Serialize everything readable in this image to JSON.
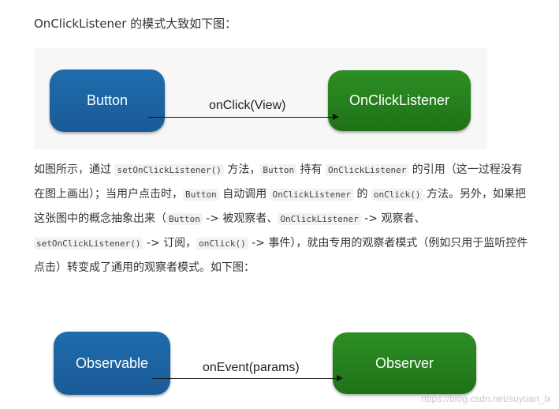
{
  "intro": "OnClickListener 的模式大致如下图：",
  "diagram1": {
    "left_box": "Button",
    "right_box": "OnClickListener",
    "arrow_label": "onClick(View)"
  },
  "paragraph": {
    "t1": "如图所示，通过 ",
    "c1": "setOnClickListener()",
    "t2": " 方法，",
    "c2": "Button",
    "t3": " 持有 ",
    "c3": "OnClickListener",
    "t4": " 的引用（这一过程没有在图上画出）；当用户点击时，",
    "c4": "Button",
    "t5": " 自动调用 ",
    "c5": "OnClickListener",
    "t6": " 的 ",
    "c6": "onClick()",
    "t7": " 方法。另外，如果把这张图中的概念抽象出来（",
    "c7": "Button",
    "t8": " -> 被观察者、",
    "c8": "OnClickListener",
    "t9": " -> 观察者、",
    "c9": "setOnClickListener()",
    "t10": " -> 订阅，",
    "c10": "onClick()",
    "t11": " -> 事件），就由专用的观察者模式（例如只用于监听控件点击）转变成了通用的观察者模式。如下图："
  },
  "diagram2": {
    "left_box": "Observable",
    "right_box": "Observer",
    "arrow_label": "onEvent(params)"
  },
  "watermark": "https://blog.csdn.net/suyuan_lx",
  "colors": {
    "blue_box": "#1f6cad",
    "green_box": "#2d8f25"
  }
}
